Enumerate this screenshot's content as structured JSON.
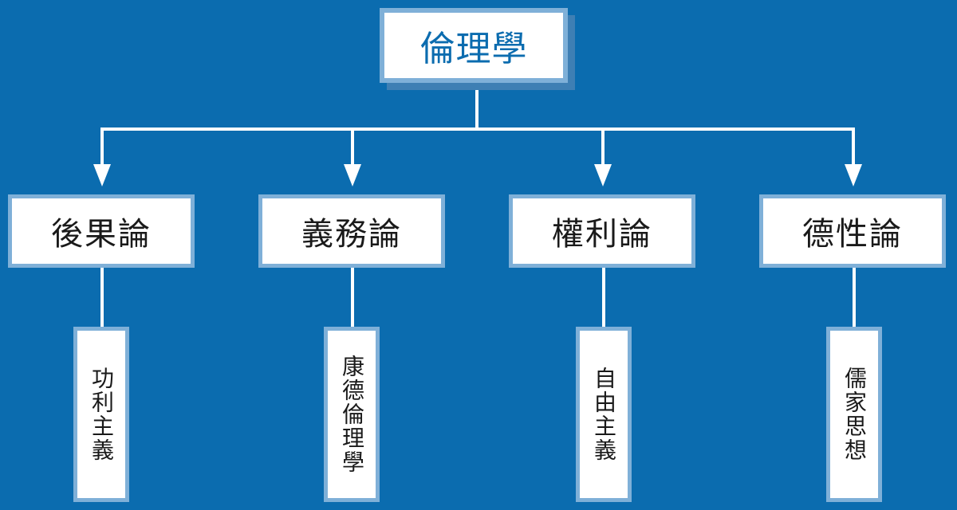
{
  "root": {
    "label": "倫理學"
  },
  "branches": [
    {
      "label": "後果論",
      "child": "功利主義"
    },
    {
      "label": "義務論",
      "child": "康德倫理學"
    },
    {
      "label": "權利論",
      "child": "自由主義"
    },
    {
      "label": "德性論",
      "child": "儒家思想"
    }
  ],
  "colors": {
    "background": "#0b6caf",
    "box_fill": "#ffffff",
    "box_border": "#7fb0d8",
    "root_text": "#0b6caf",
    "connector": "#ffffff"
  }
}
